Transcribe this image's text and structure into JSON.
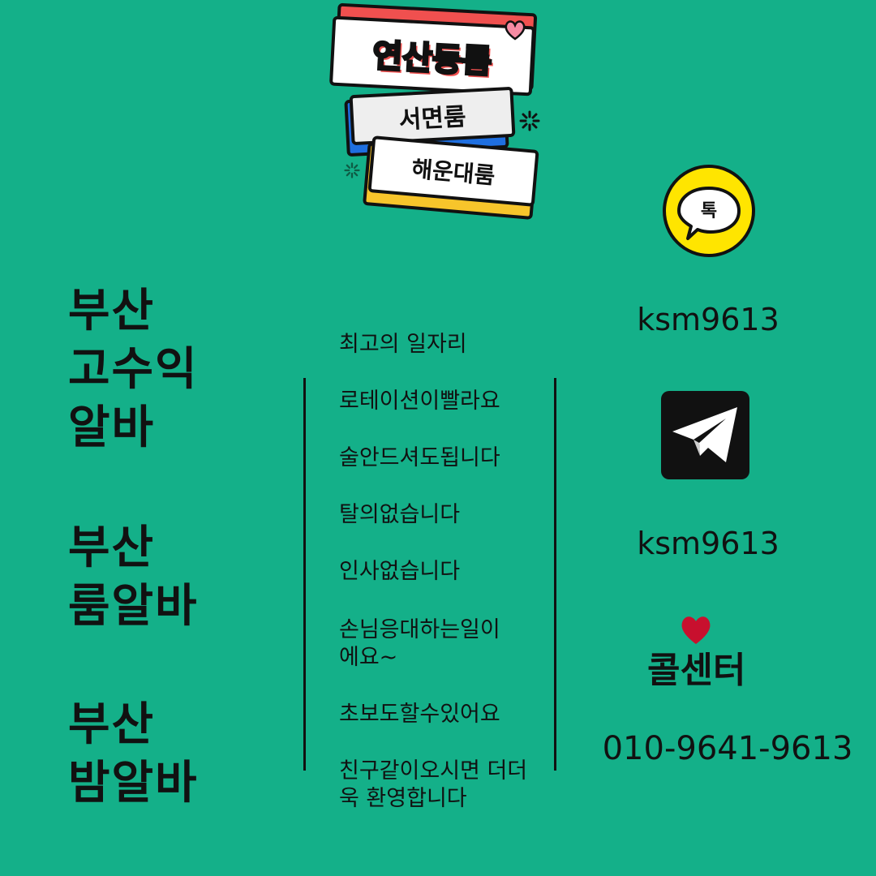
{
  "logo": {
    "main": "연산동룸",
    "second": "서면룸",
    "third": "해운대룸"
  },
  "left": {
    "blocks": [
      [
        "부산",
        "고수익",
        "알바"
      ],
      [
        "부산",
        "룸알바"
      ],
      [
        "부산",
        "밤알바"
      ]
    ]
  },
  "middle": {
    "items": [
      "최고의 일자리",
      "로테이션이빨라요",
      "술안드셔도됩니다",
      "탈의없습니다",
      "인사없습니다",
      "손님응대하는일이 에요~",
      "초보도할수있어요",
      "친구같이오시면 더더욱 환영합니다"
    ]
  },
  "right": {
    "kakao_badge": "톡",
    "kakao_id": "ksm9613",
    "telegram_id": "ksm9613",
    "callcenter_label": "콜센터",
    "phone": "010-9641-9613"
  },
  "colors": {
    "background": "#14b089",
    "kakao_yellow": "#ffe500",
    "heart_red": "#c8102e",
    "sticker_red": "#f0504f",
    "sticker_blue": "#1f6fe0",
    "sticker_yellow": "#f7c52b"
  }
}
